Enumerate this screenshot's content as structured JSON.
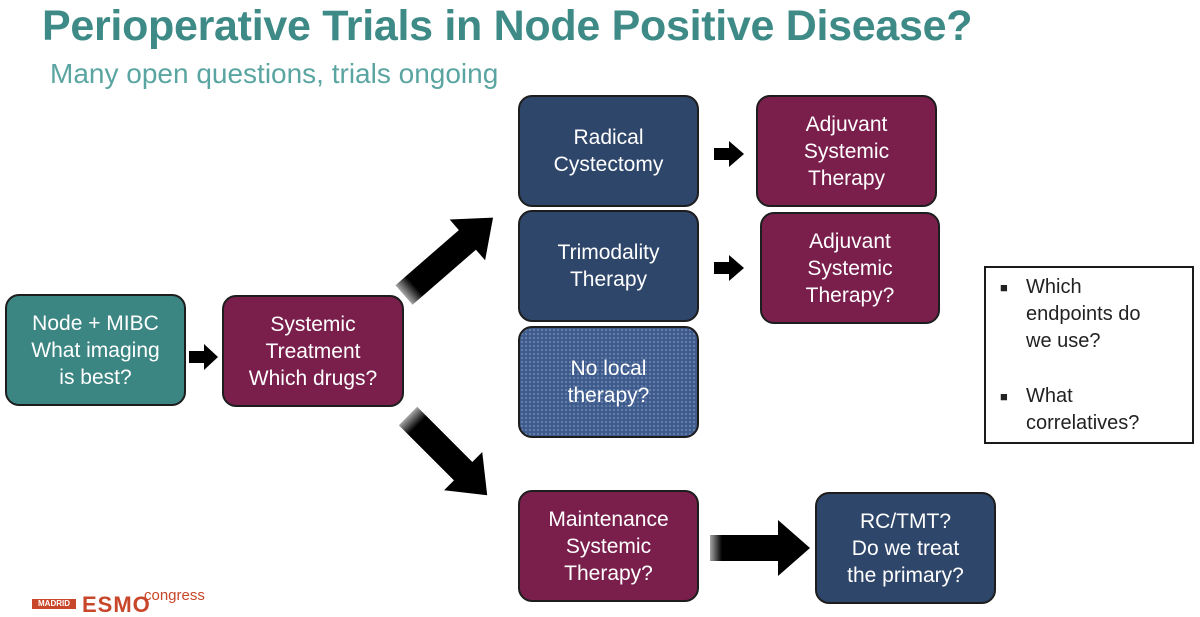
{
  "slide": {
    "title": "Perioperative Trials in Node Positive Disease?",
    "subtitle": "Many open questions, trials ongoing"
  },
  "boxes": {
    "node_mibc": "Node + MIBC\nWhat imaging\nis best?",
    "systemic_treatment": "Systemic\nTreatment\nWhich drugs?",
    "radical_cystectomy": "Radical\nCystectomy",
    "trimodality_therapy": "Trimodality\nTherapy",
    "no_local_therapy": "No local\ntherapy?",
    "adjuvant_after_rc": "Adjuvant\nSystemic\nTherapy",
    "adjuvant_after_tmt": "Adjuvant\nSystemic\nTherapy?",
    "maintenance": "Maintenance\nSystemic\nTherapy?",
    "rc_tmt": "RC/TMT?\nDo we treat\nthe primary?"
  },
  "questions": [
    "Which\nendpoints do\nwe use?",
    "What\ncorrelatives?"
  ],
  "logo": {
    "city": "MADRID",
    "brand": "ESMO",
    "word": "congress"
  },
  "colors": {
    "title": "#3d8a87",
    "subtitle": "#5aa5a1",
    "teal_box": "#3b8683",
    "purple_box": "#7a1f4c",
    "navy_box": "#2f466b",
    "arrow": "#000000",
    "logo": "#c8462a"
  }
}
